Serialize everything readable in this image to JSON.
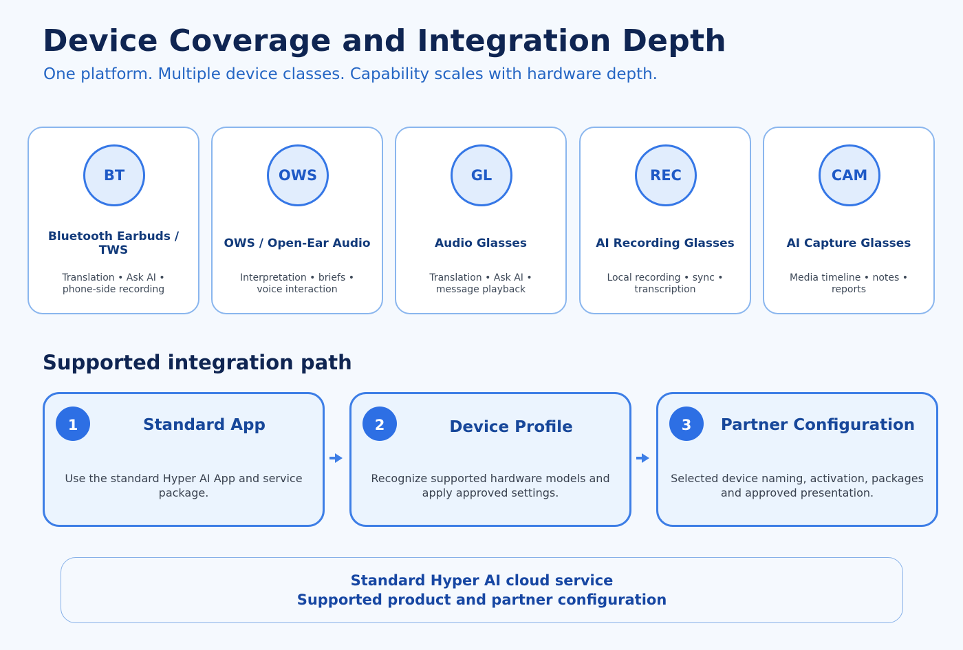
{
  "header": {
    "title": "Device Coverage and Integration Depth",
    "subtitle": "One platform. Multiple device classes. Capability scales with hardware depth."
  },
  "devices": [
    {
      "badge": "BT",
      "name": "Bluetooth Earbuds / TWS",
      "desc": "Translation • Ask AI • phone-side recording"
    },
    {
      "badge": "OWS",
      "name": "OWS / Open-Ear Audio",
      "desc": "Interpretation • briefs • voice interaction"
    },
    {
      "badge": "GL",
      "name": "Audio Glasses",
      "desc": "Translation • Ask AI • message playback"
    },
    {
      "badge": "REC",
      "name": "AI Recording Glasses",
      "desc": "Local recording • sync • transcription"
    },
    {
      "badge": "CAM",
      "name": "AI Capture Glasses",
      "desc": "Media timeline • notes • reports"
    }
  ],
  "integration": {
    "title": "Supported integration path",
    "steps": [
      {
        "num": "1",
        "title": "Standard App",
        "desc": "Use the standard Hyper AI App and service package."
      },
      {
        "num": "2",
        "title": "Device Profile",
        "desc": "Recognize supported hardware models and apply approved settings."
      },
      {
        "num": "3",
        "title": "Partner Configuration",
        "desc": "Selected device naming, activation, packages and approved presentation."
      }
    ]
  },
  "footer": {
    "line1": "Standard Hyper AI cloud service",
    "line2": "Supported product and partner configuration"
  },
  "colors": {
    "accent": "#2d6fe4",
    "card_border": "#8ab6ee",
    "title": "#0f2552"
  }
}
